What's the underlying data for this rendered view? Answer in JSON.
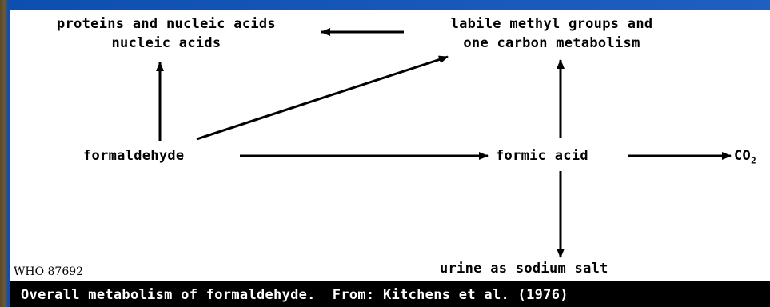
{
  "nodes": {
    "proteins_line1": "proteins and nucleic acids",
    "proteins_line2": "nucleic acids",
    "labile_line1": "labile methyl groups and",
    "labile_line2": "one carbon metabolism",
    "formaldehyde": "formaldehyde",
    "formic_acid": "formic acid",
    "co2_base": "CO",
    "co2_sub": "2",
    "urine": "urine as sodium salt"
  },
  "who_code": "WHO 87692",
  "caption": "Overall metabolism of formaldehyde.  From: Kitchens et al. (1976)",
  "colors": {
    "background_blue": "#1b4a93",
    "panel": "#ffffff",
    "caption_bar": "#000000",
    "caption_text": "#ffffff",
    "ink": "#000000"
  }
}
